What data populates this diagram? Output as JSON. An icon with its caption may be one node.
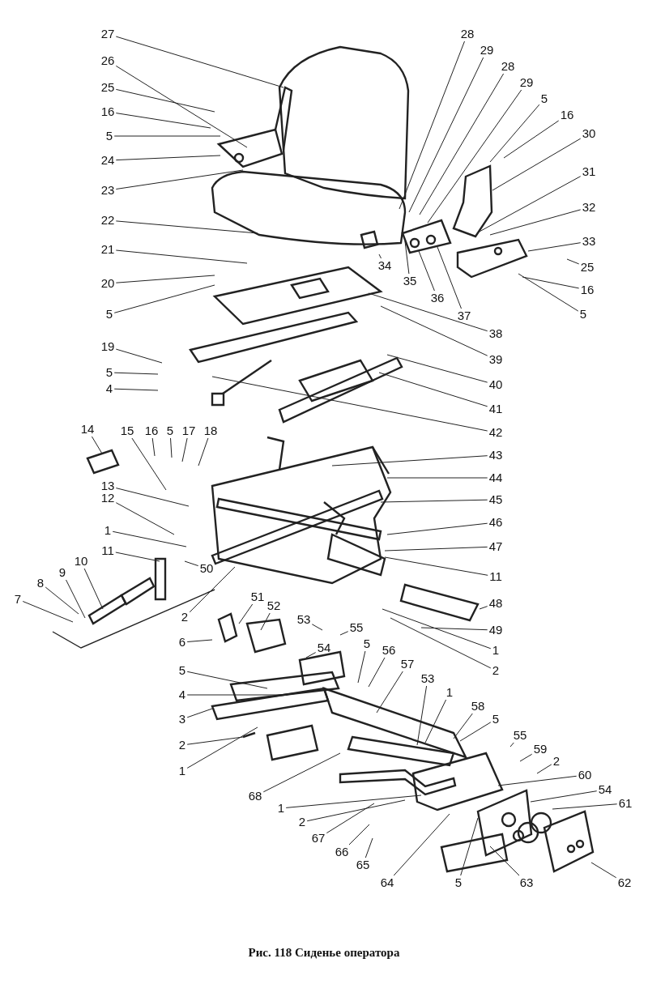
{
  "diagram": {
    "caption": "Рис. 118 Сиденье оператора",
    "nodes": [
      {
        "text": [
          "27"
        ]
      },
      {
        "text": [
          "26"
        ]
      },
      {
        "text": [
          "25"
        ]
      },
      {
        "text": [
          "16"
        ]
      },
      {
        "text": [
          "5"
        ]
      },
      {
        "text": [
          "24"
        ]
      },
      {
        "text": [
          "23"
        ]
      },
      {
        "text": [
          "22"
        ]
      },
      {
        "text": [
          "21"
        ]
      },
      {
        "text": [
          "20"
        ]
      },
      {
        "text": [
          "5"
        ]
      },
      {
        "text": [
          "19"
        ]
      },
      {
        "text": [
          "5"
        ]
      },
      {
        "text": [
          "4"
        ]
      },
      {
        "text": [
          "28"
        ]
      },
      {
        "text": [
          "29"
        ]
      },
      {
        "text": [
          "28"
        ]
      },
      {
        "text": [
          "29"
        ]
      },
      {
        "text": [
          "5"
        ]
      },
      {
        "text": [
          "16"
        ]
      },
      {
        "text": [
          "30"
        ]
      },
      {
        "text": [
          "31"
        ]
      },
      {
        "text": [
          "32"
        ]
      },
      {
        "text": [
          "33"
        ]
      },
      {
        "text": [
          "25"
        ]
      },
      {
        "text": [
          "16"
        ]
      },
      {
        "text": [
          "5"
        ]
      },
      {
        "text": [
          "34"
        ]
      },
      {
        "text": [
          "35"
        ]
      },
      {
        "text": [
          "36"
        ]
      },
      {
        "text": [
          "37"
        ]
      },
      {
        "text": [
          "38"
        ]
      },
      {
        "text": [
          "39"
        ]
      },
      {
        "text": [
          "40"
        ]
      },
      {
        "text": [
          "41"
        ]
      },
      {
        "text": [
          "42"
        ]
      },
      {
        "text": [
          "43"
        ]
      },
      {
        "text": [
          "44"
        ]
      },
      {
        "text": [
          "45"
        ]
      },
      {
        "text": [
          "46"
        ]
      },
      {
        "text": [
          "47"
        ]
      },
      {
        "text": [
          "11"
        ]
      },
      {
        "text": [
          "48"
        ]
      },
      {
        "text": [
          "49"
        ]
      },
      {
        "text": [
          "1"
        ]
      },
      {
        "text": [
          "2"
        ]
      },
      {
        "text": [
          "14"
        ]
      },
      {
        "text": [
          "15"
        ]
      },
      {
        "text": [
          "16"
        ]
      },
      {
        "text": [
          "5"
        ]
      },
      {
        "text": [
          "17"
        ]
      },
      {
        "text": [
          "18"
        ]
      },
      {
        "text": [
          "13"
        ]
      },
      {
        "text": [
          "12"
        ]
      },
      {
        "text": [
          "1"
        ]
      },
      {
        "text": [
          "11"
        ]
      },
      {
        "text": [
          "10"
        ]
      },
      {
        "text": [
          "9"
        ]
      },
      {
        "text": [
          "8"
        ]
      },
      {
        "text": [
          "7"
        ]
      },
      {
        "text": [
          "50"
        ]
      },
      {
        "text": [
          "2"
        ]
      },
      {
        "text": [
          "51"
        ]
      },
      {
        "text": [
          "52"
        ]
      },
      {
        "text": [
          "6"
        ]
      },
      {
        "text": [
          "53"
        ]
      },
      {
        "text": [
          "55"
        ]
      },
      {
        "text": [
          "54"
        ]
      },
      {
        "text": [
          "5"
        ]
      },
      {
        "text": [
          "4"
        ]
      },
      {
        "text": [
          "3"
        ]
      },
      {
        "text": [
          "2"
        ]
      },
      {
        "text": [
          "1"
        ]
      },
      {
        "text": [
          "5"
        ]
      },
      {
        "text": [
          "56"
        ]
      },
      {
        "text": [
          "57"
        ]
      },
      {
        "text": [
          "53"
        ]
      },
      {
        "text": [
          "1"
        ]
      },
      {
        "text": [
          "58"
        ]
      },
      {
        "text": [
          "5"
        ]
      },
      {
        "text": [
          "55"
        ]
      },
      {
        "text": [
          "59"
        ]
      },
      {
        "text": [
          "2"
        ]
      },
      {
        "text": [
          "60"
        ]
      },
      {
        "text": [
          "54"
        ]
      },
      {
        "text": [
          "61"
        ]
      },
      {
        "text": [
          "62"
        ]
      },
      {
        "text": [
          "63"
        ]
      },
      {
        "text": [
          "5"
        ]
      },
      {
        "text": [
          "64"
        ]
      },
      {
        "text": [
          "65"
        ]
      },
      {
        "text": [
          "66"
        ]
      },
      {
        "text": [
          "67"
        ]
      },
      {
        "text": [
          "2"
        ]
      },
      {
        "text": [
          "1"
        ]
      },
      {
        "text": [
          "68"
        ]
      }
    ],
    "edges": [
      {
        "from": 0,
        "to": null,
        "arrow": "none"
      },
      {
        "from": 1,
        "to": null,
        "arrow": "none"
      },
      {
        "from": 2,
        "to": null,
        "arrow": "none"
      },
      {
        "from": 3,
        "to": null,
        "arrow": "none"
      },
      {
        "from": 4,
        "to": null,
        "arrow": "none"
      },
      {
        "from": 5,
        "to": null,
        "arrow": "none"
      },
      {
        "from": 6,
        "to": null,
        "arrow": "none"
      },
      {
        "from": 7,
        "to": null,
        "arrow": "none"
      },
      {
        "from": 8,
        "to": null,
        "arrow": "none"
      },
      {
        "from": 9,
        "to": null,
        "arrow": "none"
      },
      {
        "from": 10,
        "to": null,
        "arrow": "none"
      },
      {
        "from": 11,
        "to": null,
        "arrow": "none"
      },
      {
        "from": 12,
        "to": null,
        "arrow": "none"
      },
      {
        "from": 13,
        "to": null,
        "arrow": "none"
      },
      {
        "from": 14,
        "to": null,
        "arrow": "none"
      },
      {
        "from": 15,
        "to": null,
        "arrow": "none"
      },
      {
        "from": 16,
        "to": null,
        "arrow": "none"
      },
      {
        "from": 17,
        "to": null,
        "arrow": "none"
      },
      {
        "from": 18,
        "to": null,
        "arrow": "none"
      },
      {
        "from": 19,
        "to": null,
        "arrow": "none"
      },
      {
        "from": 20,
        "to": null,
        "arrow": "none"
      },
      {
        "from": 21,
        "to": null,
        "arrow": "none"
      },
      {
        "from": 22,
        "to": null,
        "arrow": "none"
      },
      {
        "from": 23,
        "to": null,
        "arrow": "none"
      },
      {
        "from": 24,
        "to": null,
        "arrow": "none"
      },
      {
        "from": 25,
        "to": null,
        "arrow": "none"
      },
      {
        "from": 26,
        "to": null,
        "arrow": "none"
      },
      {
        "from": 27,
        "to": null,
        "arrow": "none"
      },
      {
        "from": 28,
        "to": null,
        "arrow": "none"
      },
      {
        "from": 29,
        "to": null,
        "arrow": "none"
      },
      {
        "from": 30,
        "to": null,
        "arrow": "none"
      },
      {
        "from": 31,
        "to": null,
        "arrow": "none"
      },
      {
        "from": 32,
        "to": null,
        "arrow": "none"
      },
      {
        "from": 33,
        "to": null,
        "arrow": "none"
      },
      {
        "from": 34,
        "to": null,
        "arrow": "none"
      },
      {
        "from": 35,
        "to": null,
        "arrow": "none"
      },
      {
        "from": 36,
        "to": null,
        "arrow": "none"
      },
      {
        "from": 37,
        "to": null,
        "arrow": "none"
      },
      {
        "from": 38,
        "to": null,
        "arrow": "none"
      },
      {
        "from": 39,
        "to": null,
        "arrow": "none"
      },
      {
        "from": 40,
        "to": null,
        "arrow": "none"
      },
      {
        "from": 41,
        "to": null,
        "arrow": "none"
      },
      {
        "from": 42,
        "to": null,
        "arrow": "none"
      },
      {
        "from": 43,
        "to": null,
        "arrow": "none"
      },
      {
        "from": 44,
        "to": null,
        "arrow": "none"
      },
      {
        "from": 45,
        "to": null,
        "arrow": "none"
      },
      {
        "from": 46,
        "to": null,
        "arrow": "none"
      },
      {
        "from": 47,
        "to": null,
        "arrow": "none"
      },
      {
        "from": 48,
        "to": null,
        "arrow": "none"
      },
      {
        "from": 49,
        "to": null,
        "arrow": "none"
      },
      {
        "from": 50,
        "to": null,
        "arrow": "none"
      },
      {
        "from": 51,
        "to": null,
        "arrow": "none"
      },
      {
        "from": 52,
        "to": null,
        "arrow": "none"
      },
      {
        "from": 53,
        "to": null,
        "arrow": "none"
      },
      {
        "from": 54,
        "to": null,
        "arrow": "none"
      },
      {
        "from": 55,
        "to": null,
        "arrow": "none"
      },
      {
        "from": 56,
        "to": null,
        "arrow": "none"
      },
      {
        "from": 57,
        "to": null,
        "arrow": "none"
      },
      {
        "from": 58,
        "to": null,
        "arrow": "none"
      },
      {
        "from": 59,
        "to": null,
        "arrow": "none"
      },
      {
        "from": 60,
        "to": null,
        "arrow": "none"
      },
      {
        "from": 61,
        "to": null,
        "arrow": "none"
      },
      {
        "from": 62,
        "to": null,
        "arrow": "none"
      },
      {
        "from": 63,
        "to": null,
        "arrow": "none"
      },
      {
        "from": 64,
        "to": null,
        "arrow": "none"
      },
      {
        "from": 65,
        "to": null,
        "arrow": "none"
      },
      {
        "from": 66,
        "to": null,
        "arrow": "none"
      },
      {
        "from": 67,
        "to": null,
        "arrow": "none"
      },
      {
        "from": 68,
        "to": null,
        "arrow": "none"
      },
      {
        "from": 69,
        "to": null,
        "arrow": "none"
      },
      {
        "from": 70,
        "to": null,
        "arrow": "none"
      },
      {
        "from": 71,
        "to": null,
        "arrow": "none"
      },
      {
        "from": 72,
        "to": null,
        "arrow": "none"
      },
      {
        "from": 73,
        "to": null,
        "arrow": "none"
      },
      {
        "from": 74,
        "to": null,
        "arrow": "none"
      },
      {
        "from": 75,
        "to": null,
        "arrow": "none"
      },
      {
        "from": 76,
        "to": null,
        "arrow": "none"
      },
      {
        "from": 77,
        "to": null,
        "arrow": "none"
      },
      {
        "from": 78,
        "to": null,
        "arrow": "none"
      },
      {
        "from": 79,
        "to": null,
        "arrow": "none"
      },
      {
        "from": 80,
        "to": null,
        "arrow": "none"
      },
      {
        "from": 81,
        "to": null,
        "arrow": "none"
      },
      {
        "from": 82,
        "to": null,
        "arrow": "none"
      },
      {
        "from": 83,
        "to": null,
        "arrow": "none"
      },
      {
        "from": 84,
        "to": null,
        "arrow": "none"
      },
      {
        "from": 85,
        "to": null,
        "arrow": "none"
      },
      {
        "from": 86,
        "to": null,
        "arrow": "none"
      },
      {
        "from": 87,
        "to": null,
        "arrow": "none"
      },
      {
        "from": 88,
        "to": null,
        "arrow": "none"
      },
      {
        "from": 89,
        "to": null,
        "arrow": "none"
      },
      {
        "from": 90,
        "to": null,
        "arrow": "none"
      },
      {
        "from": 91,
        "to": null,
        "arrow": "none"
      },
      {
        "from": 92,
        "to": null,
        "arrow": "none"
      },
      {
        "from": 93,
        "to": null,
        "arrow": "none"
      },
      {
        "from": 94,
        "to": null,
        "arrow": "none"
      },
      {
        "from": 95,
        "to": null,
        "arrow": "none"
      }
    ]
  }
}
